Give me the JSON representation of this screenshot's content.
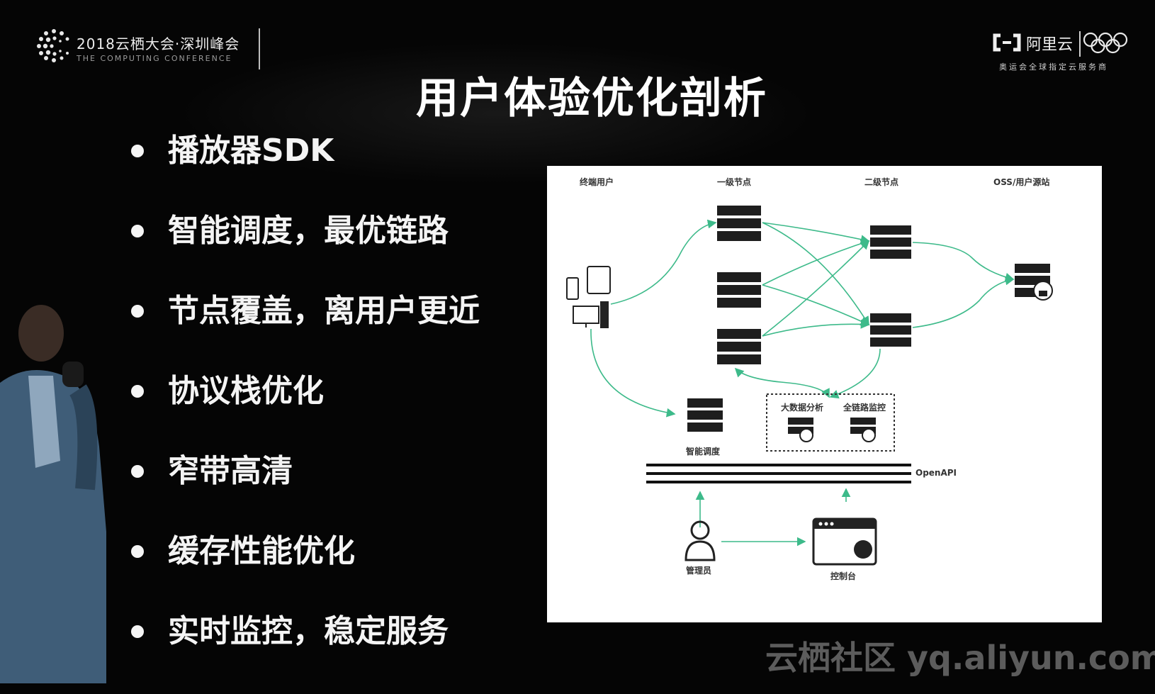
{
  "header": {
    "conference_title": "2018云栖大会·深圳峰会",
    "conference_subtitle": "THE COMPUTING CONFERENCE",
    "brand_name": "阿里云",
    "brand_tagline": "奥运会全球指定云服务商"
  },
  "slide": {
    "title": "用户体验优化剖析",
    "bullets": [
      "播放器SDK",
      "智能调度，最优链路",
      "节点覆盖，离用户更近",
      "协议栈优化",
      "窄带高清",
      "缓存性能优化",
      "实时监控，稳定服务"
    ]
  },
  "diagram": {
    "col_end_user": "终端用户",
    "col_tier1": "一级节点",
    "col_tier2": "二级节点",
    "col_origin": "OSS/用户源站",
    "smart_dispatch": "智能调度",
    "big_data": "大数据分析",
    "full_link_monitor": "全链路监控",
    "openapi": "OpenAPI",
    "admin": "管理员",
    "console": "控制台",
    "accent_color": "#3dba8a"
  },
  "watermark": "云栖社区 yq.aliyun.com"
}
